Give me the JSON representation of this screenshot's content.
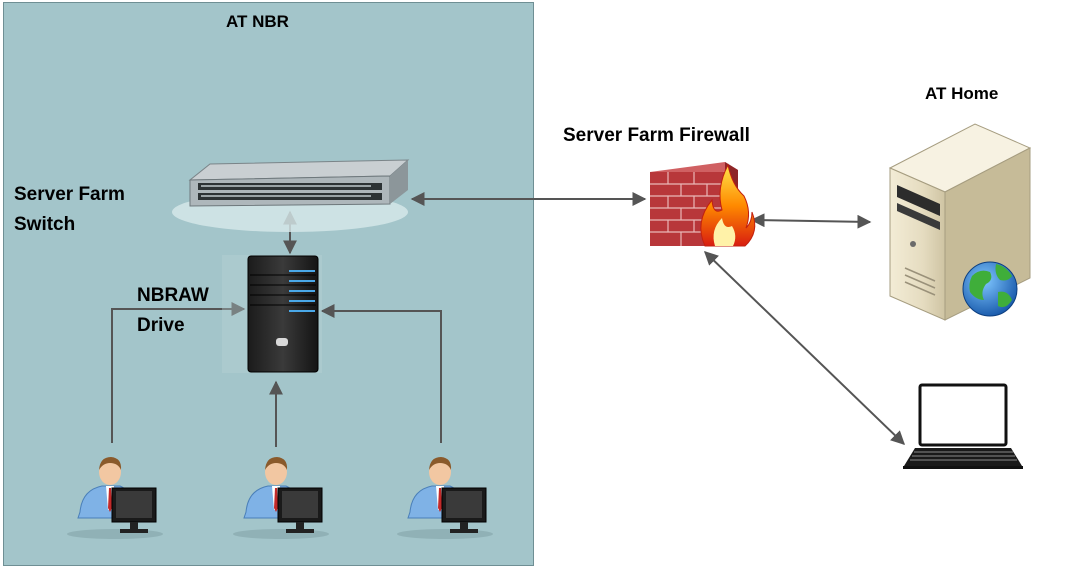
{
  "zones": {
    "nbr": {
      "title": "AT NBR",
      "fill": "#a3c5ca"
    },
    "home": {
      "title": "AT Home"
    }
  },
  "nodes": {
    "switch": {
      "label_line1": "Server Farm",
      "label_line2": "Switch",
      "icon": "network-switch-icon"
    },
    "server": {
      "label_line1": "NBRAW",
      "label_line2": "Drive",
      "icon": "server-tower-icon"
    },
    "firewall": {
      "label": "Server Farm Firewall",
      "icon": "firewall-icon"
    },
    "home_server": {
      "icon": "web-server-icon"
    },
    "laptop": {
      "icon": "laptop-icon"
    },
    "users": [
      {
        "icon": "user-workstation-icon"
      },
      {
        "icon": "user-workstation-icon"
      },
      {
        "icon": "user-workstation-icon"
      }
    ]
  },
  "colors": {
    "connector": "#555555",
    "firewall_brick": "#b8373a"
  }
}
